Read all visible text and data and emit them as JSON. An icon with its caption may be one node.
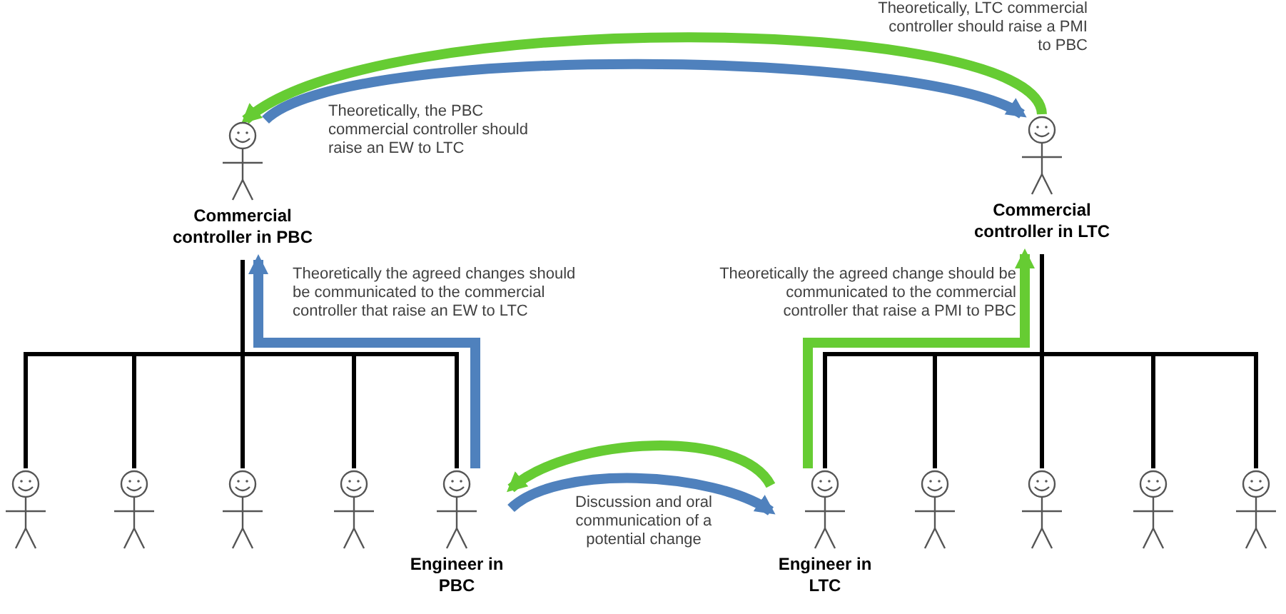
{
  "diagram": {
    "nodes": [
      {
        "text": [
          "Commercial controller in PBC"
        ]
      },
      {
        "text": [
          "Commercial controller in LTC"
        ]
      },
      {
        "text": [],
        "shape": "person"
      },
      {
        "text": [],
        "shape": "person"
      },
      {
        "text": [],
        "shape": "person"
      },
      {
        "text": [],
        "shape": "person"
      },
      {
        "text": [
          "Engineer in PBC"
        ]
      },
      {
        "text": [
          "Engineer in LTC"
        ]
      },
      {
        "text": [],
        "shape": "person"
      },
      {
        "text": [],
        "shape": "person"
      },
      {
        "text": [],
        "shape": "person"
      },
      {
        "text": [],
        "shape": "person"
      }
    ],
    "edges": [
      {
        "from": 0,
        "to": 2,
        "arrow": "none"
      },
      {
        "from": 0,
        "to": 3,
        "arrow": "none"
      },
      {
        "from": 0,
        "to": 4,
        "arrow": "none"
      },
      {
        "from": 0,
        "to": 5,
        "arrow": "none"
      },
      {
        "from": 0,
        "to": 6,
        "arrow": "none"
      },
      {
        "from": 1,
        "to": 7,
        "arrow": "none"
      },
      {
        "from": 1,
        "to": 8,
        "arrow": "none"
      },
      {
        "from": 1,
        "to": 9,
        "arrow": "none"
      },
      {
        "from": 1,
        "to": 10,
        "arrow": "none"
      },
      {
        "from": 1,
        "to": 11,
        "arrow": "none"
      },
      {
        "from": 0,
        "to": 1,
        "arrow": "to",
        "label": "Theoretically, the PBC commercial controller should raise an EW to LTC",
        "style": "thick",
        "color": "#4f81bd"
      },
      {
        "from": 1,
        "to": 0,
        "arrow": "to",
        "label": "Theoretically, LTC commercial controller should raise a PMI to PBC",
        "style": "thick",
        "color": "#66cc33"
      },
      {
        "from": 6,
        "to": 7,
        "arrow": "to",
        "label": "Discussion and oral communication of a potential change",
        "style": "thick",
        "color": "#4f81bd"
      },
      {
        "from": 7,
        "to": 6,
        "arrow": "to",
        "style": "thick",
        "color": "#66cc33"
      },
      {
        "from": 6,
        "to": 0,
        "arrow": "to",
        "label": "Theoretically the agreed changes should be communicated to the commercial controller that raise an EW to LTC",
        "style": "thick",
        "color": "#4f81bd"
      },
      {
        "from": 7,
        "to": 1,
        "arrow": "to",
        "label": "Theoretically the agreed change should be communicated to the commercial controller that raise a PMI to PBC",
        "style": "thick",
        "color": "#66cc33"
      }
    ]
  }
}
